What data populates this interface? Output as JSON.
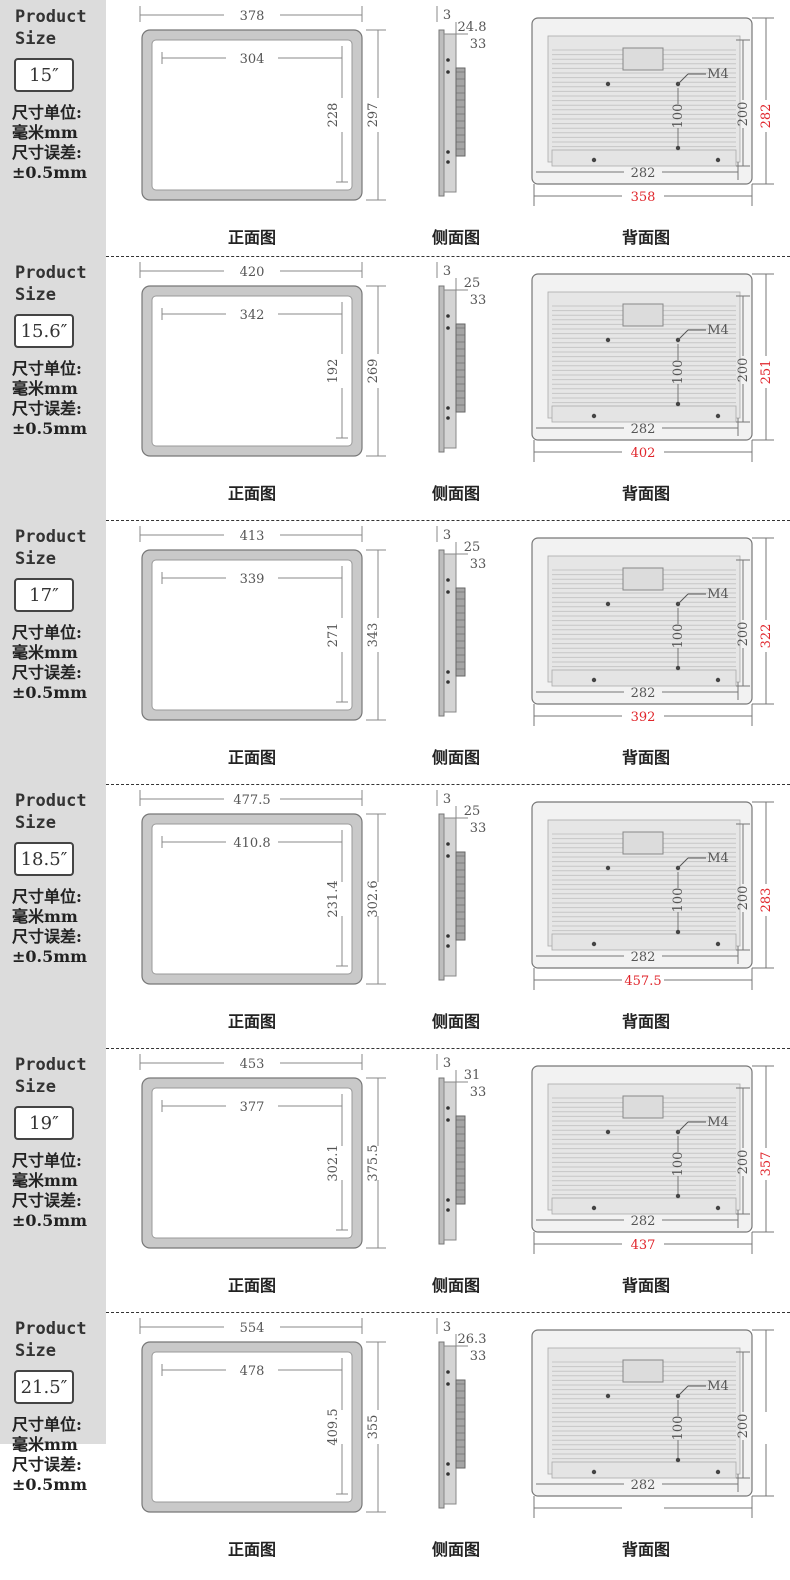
{
  "labels": {
    "product": "Product",
    "size": "Size",
    "unit_label": "尺寸单位:",
    "unit_value": "毫米mm",
    "tol_label": "尺寸误差:",
    "tol_value": "±0.5mm",
    "front": "正面图",
    "side": "侧面图",
    "back": "背面图",
    "mount": "M4",
    "vesa_h": "100",
    "vesa_v": "200",
    "vesa_w": "282"
  },
  "colors": {
    "accent_red": "#e0262c",
    "sidebar_bg": "#dcdcdc"
  },
  "products": [
    {
      "size": "15″",
      "outer_w": "378",
      "screen_w": "304",
      "screen_h": "228",
      "outer_h": "297",
      "bezel": "3",
      "depth1": "24.8",
      "depth2": "33",
      "back_h": "282",
      "back_w": "358"
    },
    {
      "size": "15.6″",
      "outer_w": "420",
      "screen_w": "342",
      "screen_h": "192",
      "outer_h": "269",
      "bezel": "3",
      "depth1": "25",
      "depth2": "33",
      "back_h": "251",
      "back_w": "402"
    },
    {
      "size": "17″",
      "outer_w": "413",
      "screen_w": "339",
      "screen_h": "271",
      "outer_h": "343",
      "bezel": "3",
      "depth1": "25",
      "depth2": "33",
      "back_h": "322",
      "back_w": "392"
    },
    {
      "size": "18.5″",
      "outer_w": "477.5",
      "screen_w": "410.8",
      "screen_h": "231.4",
      "outer_h": "302.6",
      "bezel": "3",
      "depth1": "25",
      "depth2": "33",
      "back_h": "283",
      "back_w": "457.5"
    },
    {
      "size": "19″",
      "outer_w": "453",
      "screen_w": "377",
      "screen_h": "302.1",
      "outer_h": "375.5",
      "bezel": "3",
      "depth1": "31",
      "depth2": "33",
      "back_h": "357",
      "back_w": "437"
    },
    {
      "size": "21.5″",
      "outer_w": "554",
      "screen_w": "478",
      "screen_h": "409.5",
      "outer_h": "355",
      "bezel": "3",
      "depth1": "26.3",
      "depth2": "33",
      "back_h": "",
      "back_w": ""
    }
  ]
}
